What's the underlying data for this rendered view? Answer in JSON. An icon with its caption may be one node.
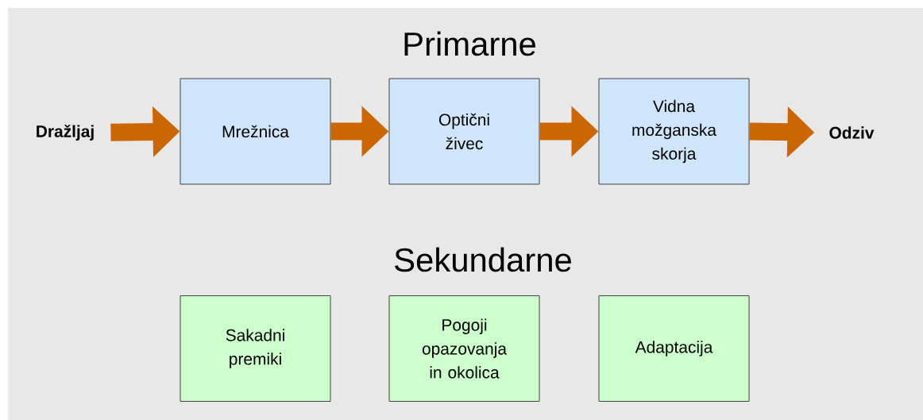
{
  "diagram": {
    "nodes": [
      {
        "text": [
          "Dražljaj"
        ]
      },
      {
        "text": [
          "Mrežnica"
        ]
      },
      {
        "text": [
          "Optični živec"
        ]
      },
      {
        "text": [
          "Vidna možganska skorja"
        ]
      },
      {
        "text": [
          "Odziv"
        ]
      },
      {
        "text": [
          "Sakadni premiki"
        ]
      },
      {
        "text": [
          "Pogoji opazovanja in okolica"
        ]
      },
      {
        "text": [
          "Adaptacija"
        ]
      }
    ],
    "edges": [
      {
        "from": 0,
        "to": 1,
        "arrow": "to"
      },
      {
        "from": 1,
        "to": 2,
        "arrow": "to"
      },
      {
        "from": 2,
        "to": 3,
        "arrow": "to"
      },
      {
        "from": 3,
        "to": 4,
        "arrow": "to"
      }
    ],
    "labels": [
      "Primarne",
      "Sekundarne"
    ]
  }
}
